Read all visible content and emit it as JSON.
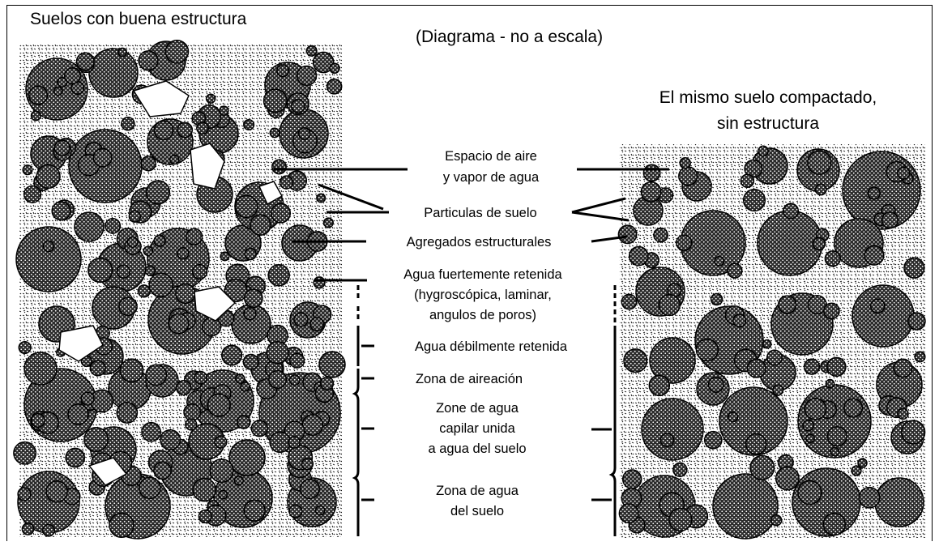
{
  "titles": {
    "left": "Suelos con buena estructura",
    "center": "(Diagrama - no a escala)",
    "right_line1": "El mismo suelo compactado,",
    "right_line2": "sin estructura"
  },
  "labels": {
    "air_space_line1": "Espacio de aire",
    "air_space_line2": "y vapor de agua",
    "soil_particles": "Particulas de suelo",
    "aggregates": "Agregados estructurales",
    "strong_water_line1": "Agua fuertemente retenida",
    "strong_water_line2": "(hygroscópica, laminar,",
    "strong_water_line3": "angulos de poros)",
    "weak_water": "Agua débilmente retenida",
    "aeration_zone": "Zona de aireación",
    "capillary_line1": "Zone de agua",
    "capillary_line2": "capilar unida",
    "capillary_line3": "a agua del suelo",
    "soil_water_line1": "Zona de agua",
    "soil_water_line2": "del suelo"
  },
  "colors": {
    "ink": "#000000",
    "background": "#ffffff"
  }
}
